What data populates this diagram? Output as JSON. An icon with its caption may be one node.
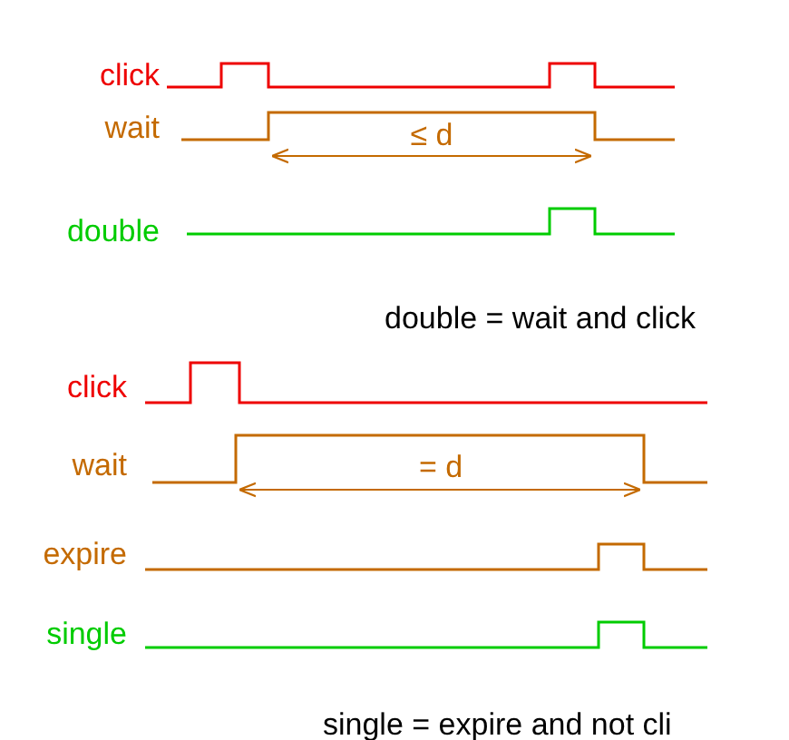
{
  "diagram": {
    "labels": [
      "click",
      "wait",
      "≤ d",
      "double",
      "double = wait and click",
      "click",
      "wait",
      "= d",
      "expire",
      "single",
      "single = expire and not cli"
    ]
  }
}
